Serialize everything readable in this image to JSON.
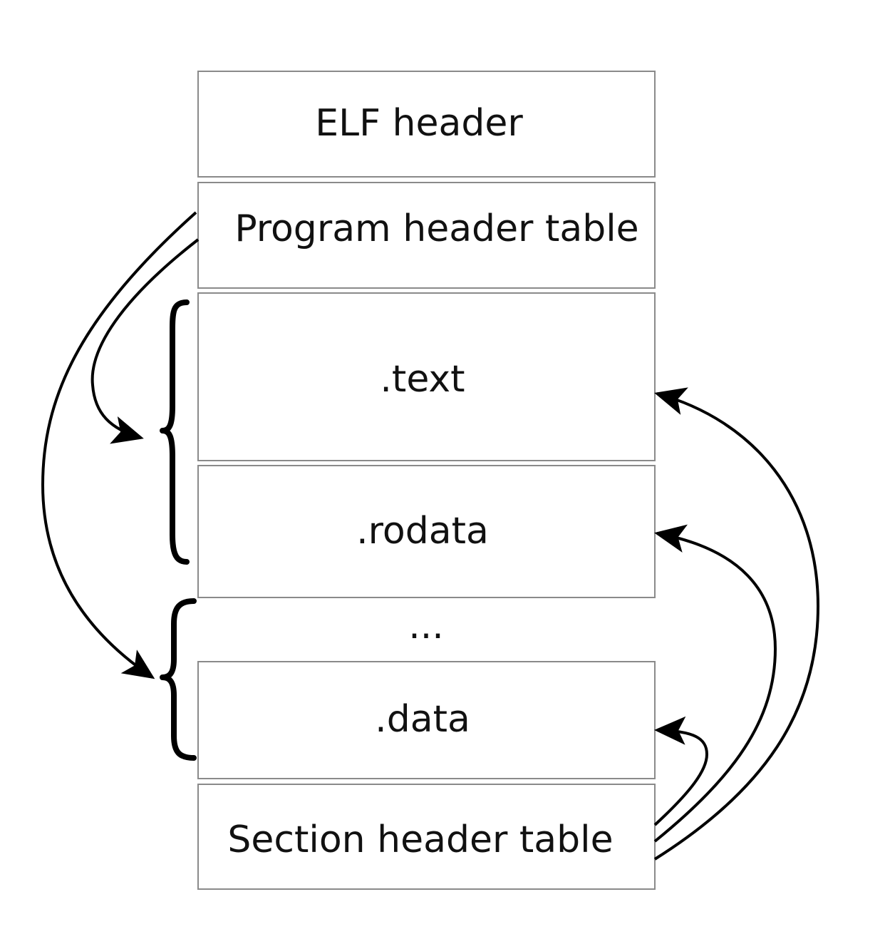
{
  "diagram": {
    "sections": {
      "elf_header": "ELF header",
      "program_header_table": "Program header table",
      "text": ".text",
      "rodata": ".rodata",
      "ellipsis": "...",
      "data": ".data",
      "section_header_table": "Section header table"
    },
    "relations": [
      {
        "from": "Program header table",
        "to": "segment containing .text and .rodata"
      },
      {
        "from": "Program header table",
        "to": "segment containing ... and .data"
      },
      {
        "from": "Section header table",
        "to": ".text"
      },
      {
        "from": "Section header table",
        "to": ".rodata"
      },
      {
        "from": "Section header table",
        "to": ".data"
      }
    ],
    "colors": {
      "box_border": "#8a8a8a",
      "line": "#000000",
      "text": "#111111"
    }
  }
}
